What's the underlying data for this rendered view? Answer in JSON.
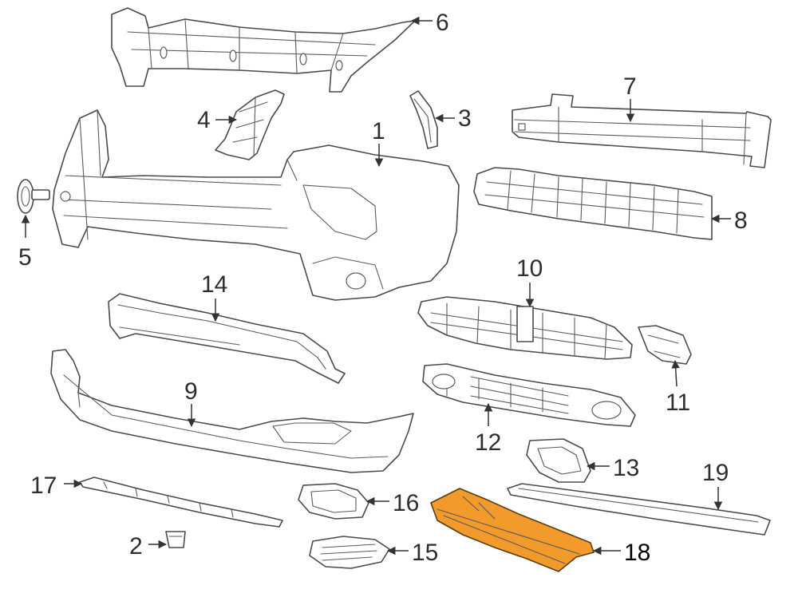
{
  "colors": {
    "highlight_fill": "#f39a2c",
    "highlight_stroke": "#5a3d10",
    "line": "#4a4a4a",
    "label": "#2e2e2e",
    "background": "#ffffff"
  },
  "highlighted_part": "18",
  "callouts": [
    {
      "id": "p1",
      "label": "1"
    },
    {
      "id": "p2",
      "label": "2"
    },
    {
      "id": "p3",
      "label": "3"
    },
    {
      "id": "p4",
      "label": "4"
    },
    {
      "id": "p5",
      "label": "5"
    },
    {
      "id": "p6",
      "label": "6"
    },
    {
      "id": "p7",
      "label": "7"
    },
    {
      "id": "p8",
      "label": "8"
    },
    {
      "id": "p9",
      "label": "9"
    },
    {
      "id": "p10",
      "label": "10"
    },
    {
      "id": "p11",
      "label": "11"
    },
    {
      "id": "p12",
      "label": "12"
    },
    {
      "id": "p13",
      "label": "13"
    },
    {
      "id": "p14",
      "label": "14"
    },
    {
      "id": "p15",
      "label": "15"
    },
    {
      "id": "p16",
      "label": "16"
    },
    {
      "id": "p17",
      "label": "17"
    },
    {
      "id": "p18",
      "label": "18"
    },
    {
      "id": "p19",
      "label": "19"
    }
  ]
}
